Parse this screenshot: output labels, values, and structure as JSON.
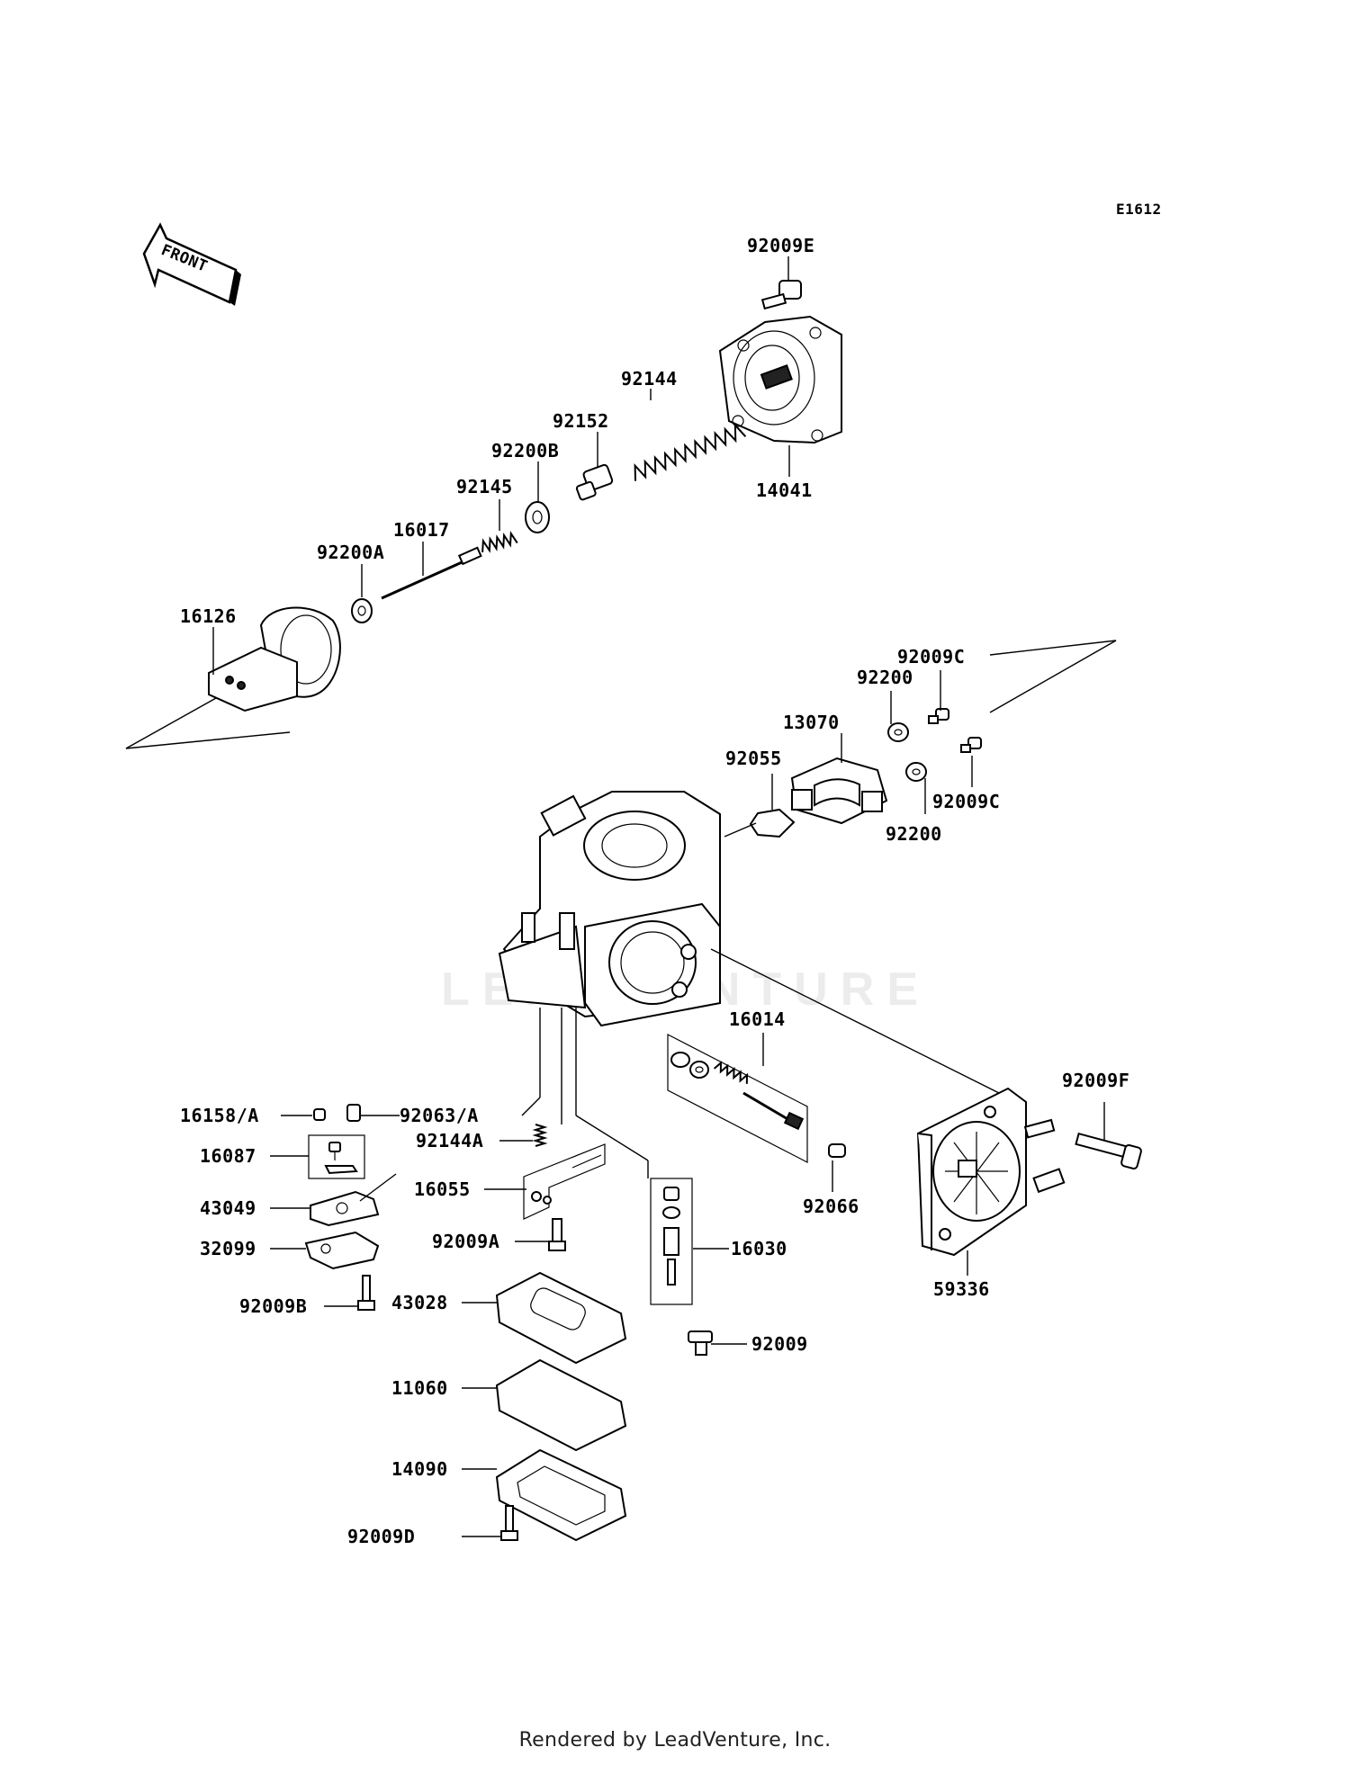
{
  "diagram": {
    "code": "E1612",
    "front_label": "FRONT",
    "watermark": "LEADVENTURE",
    "parts": {
      "p92009E": "92009E",
      "p92144": "92144",
      "p92152": "92152",
      "p92200B": "92200B",
      "p92145": "92145",
      "p16017": "16017",
      "p92200A": "92200A",
      "p16126": "16126",
      "p14041": "14041",
      "p92009C_top": "92009C",
      "p92200_top": "92200",
      "p13070": "13070",
      "p92055": "92055",
      "p92009C_bottom": "92009C",
      "p92200_bottom": "92200",
      "p16014": "16014",
      "p92009F": "92009F",
      "p16158A": "16158/A",
      "p92063A": "92063/A",
      "p92144A": "92144A",
      "p16087": "16087",
      "p16055": "16055",
      "p43049": "43049",
      "p92009A": "92009A",
      "p32099": "32099",
      "p16030": "16030",
      "p92066": "92066",
      "p59336": "59336",
      "p92009B": "92009B",
      "p43028": "43028",
      "p92009": "92009",
      "p11060": "11060",
      "p14090": "14090",
      "p92009D": "92009D"
    }
  },
  "footer": {
    "text": "Rendered by LeadVenture, Inc."
  }
}
